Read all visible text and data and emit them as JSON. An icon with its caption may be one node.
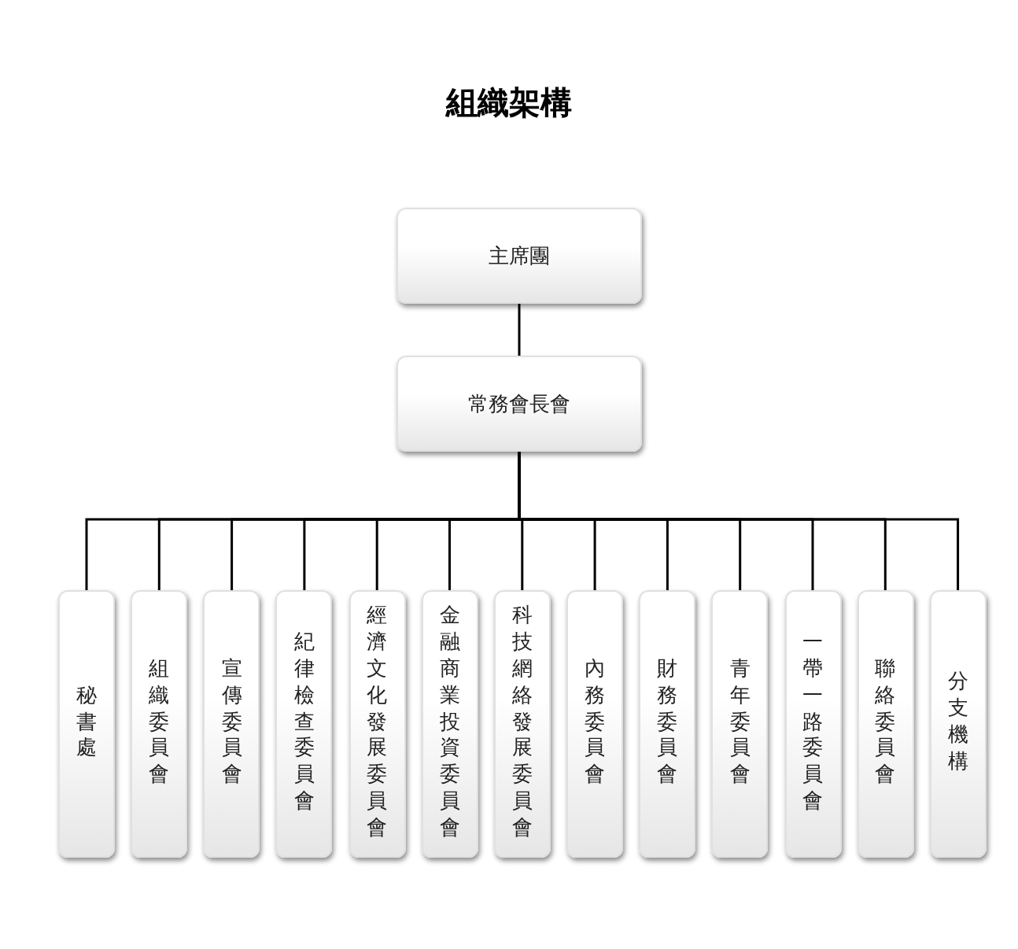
{
  "diagram": {
    "title": "組織架構",
    "nodes": [
      {
        "text": [
          "主席團"
        ]
      },
      {
        "text": [
          "常務會長會"
        ]
      },
      {
        "text": [
          "秘書處"
        ]
      },
      {
        "text": [
          "組織委員會"
        ]
      },
      {
        "text": [
          "宣傳委員會"
        ]
      },
      {
        "text": [
          "紀律檢查委員會"
        ]
      },
      {
        "text": [
          "經濟文化發展委員會"
        ]
      },
      {
        "text": [
          "金融商業投資委員會"
        ]
      },
      {
        "text": [
          "科技網絡發展委員會"
        ]
      },
      {
        "text": [
          "內務委員會"
        ]
      },
      {
        "text": [
          "財務委員會"
        ]
      },
      {
        "text": [
          "青年委員會"
        ]
      },
      {
        "text": [
          "一帶一路委員會"
        ]
      },
      {
        "text": [
          "聯絡委員會"
        ]
      },
      {
        "text": [
          "分支機構"
        ]
      }
    ],
    "edges": [
      {
        "from": 0,
        "to": 1,
        "arrow": "none"
      },
      {
        "from": 1,
        "to": 2,
        "arrow": "none"
      },
      {
        "from": 1,
        "to": 3,
        "arrow": "none"
      },
      {
        "from": 1,
        "to": 4,
        "arrow": "none"
      },
      {
        "from": 1,
        "to": 5,
        "arrow": "none"
      },
      {
        "from": 1,
        "to": 6,
        "arrow": "none"
      },
      {
        "from": 1,
        "to": 7,
        "arrow": "none"
      },
      {
        "from": 1,
        "to": 8,
        "arrow": "none"
      },
      {
        "from": 1,
        "to": 9,
        "arrow": "none"
      },
      {
        "from": 1,
        "to": 10,
        "arrow": "none"
      },
      {
        "from": 1,
        "to": 11,
        "arrow": "none"
      },
      {
        "from": 1,
        "to": 12,
        "arrow": "none"
      },
      {
        "from": 1,
        "to": 13,
        "arrow": "none"
      },
      {
        "from": 1,
        "to": 14,
        "arrow": "none"
      }
    ]
  }
}
